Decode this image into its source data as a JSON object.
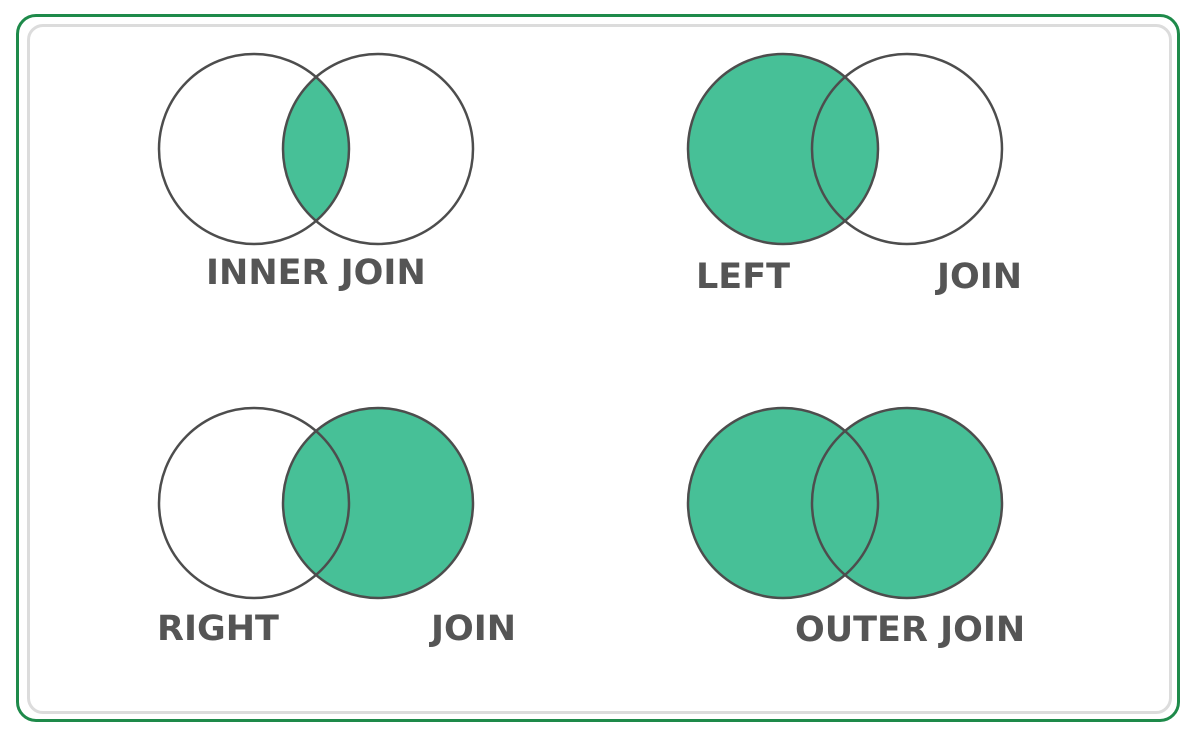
{
  "colors": {
    "fill": "#47c097",
    "stroke": "#4d4d4d",
    "frame_border": "#1e8a4a",
    "frame_inner_border": "#dcdcdc",
    "label": "#555555"
  },
  "panels": {
    "inner": {
      "label": "INNER JOIN",
      "shaded": "intersection"
    },
    "left": {
      "label_a": "LEFT",
      "label_b": "JOIN",
      "shaded": "left"
    },
    "right": {
      "label_a": "RIGHT",
      "label_b": "JOIN",
      "shaded": "right"
    },
    "outer": {
      "label": "OUTER JOIN",
      "shaded": "both"
    }
  }
}
